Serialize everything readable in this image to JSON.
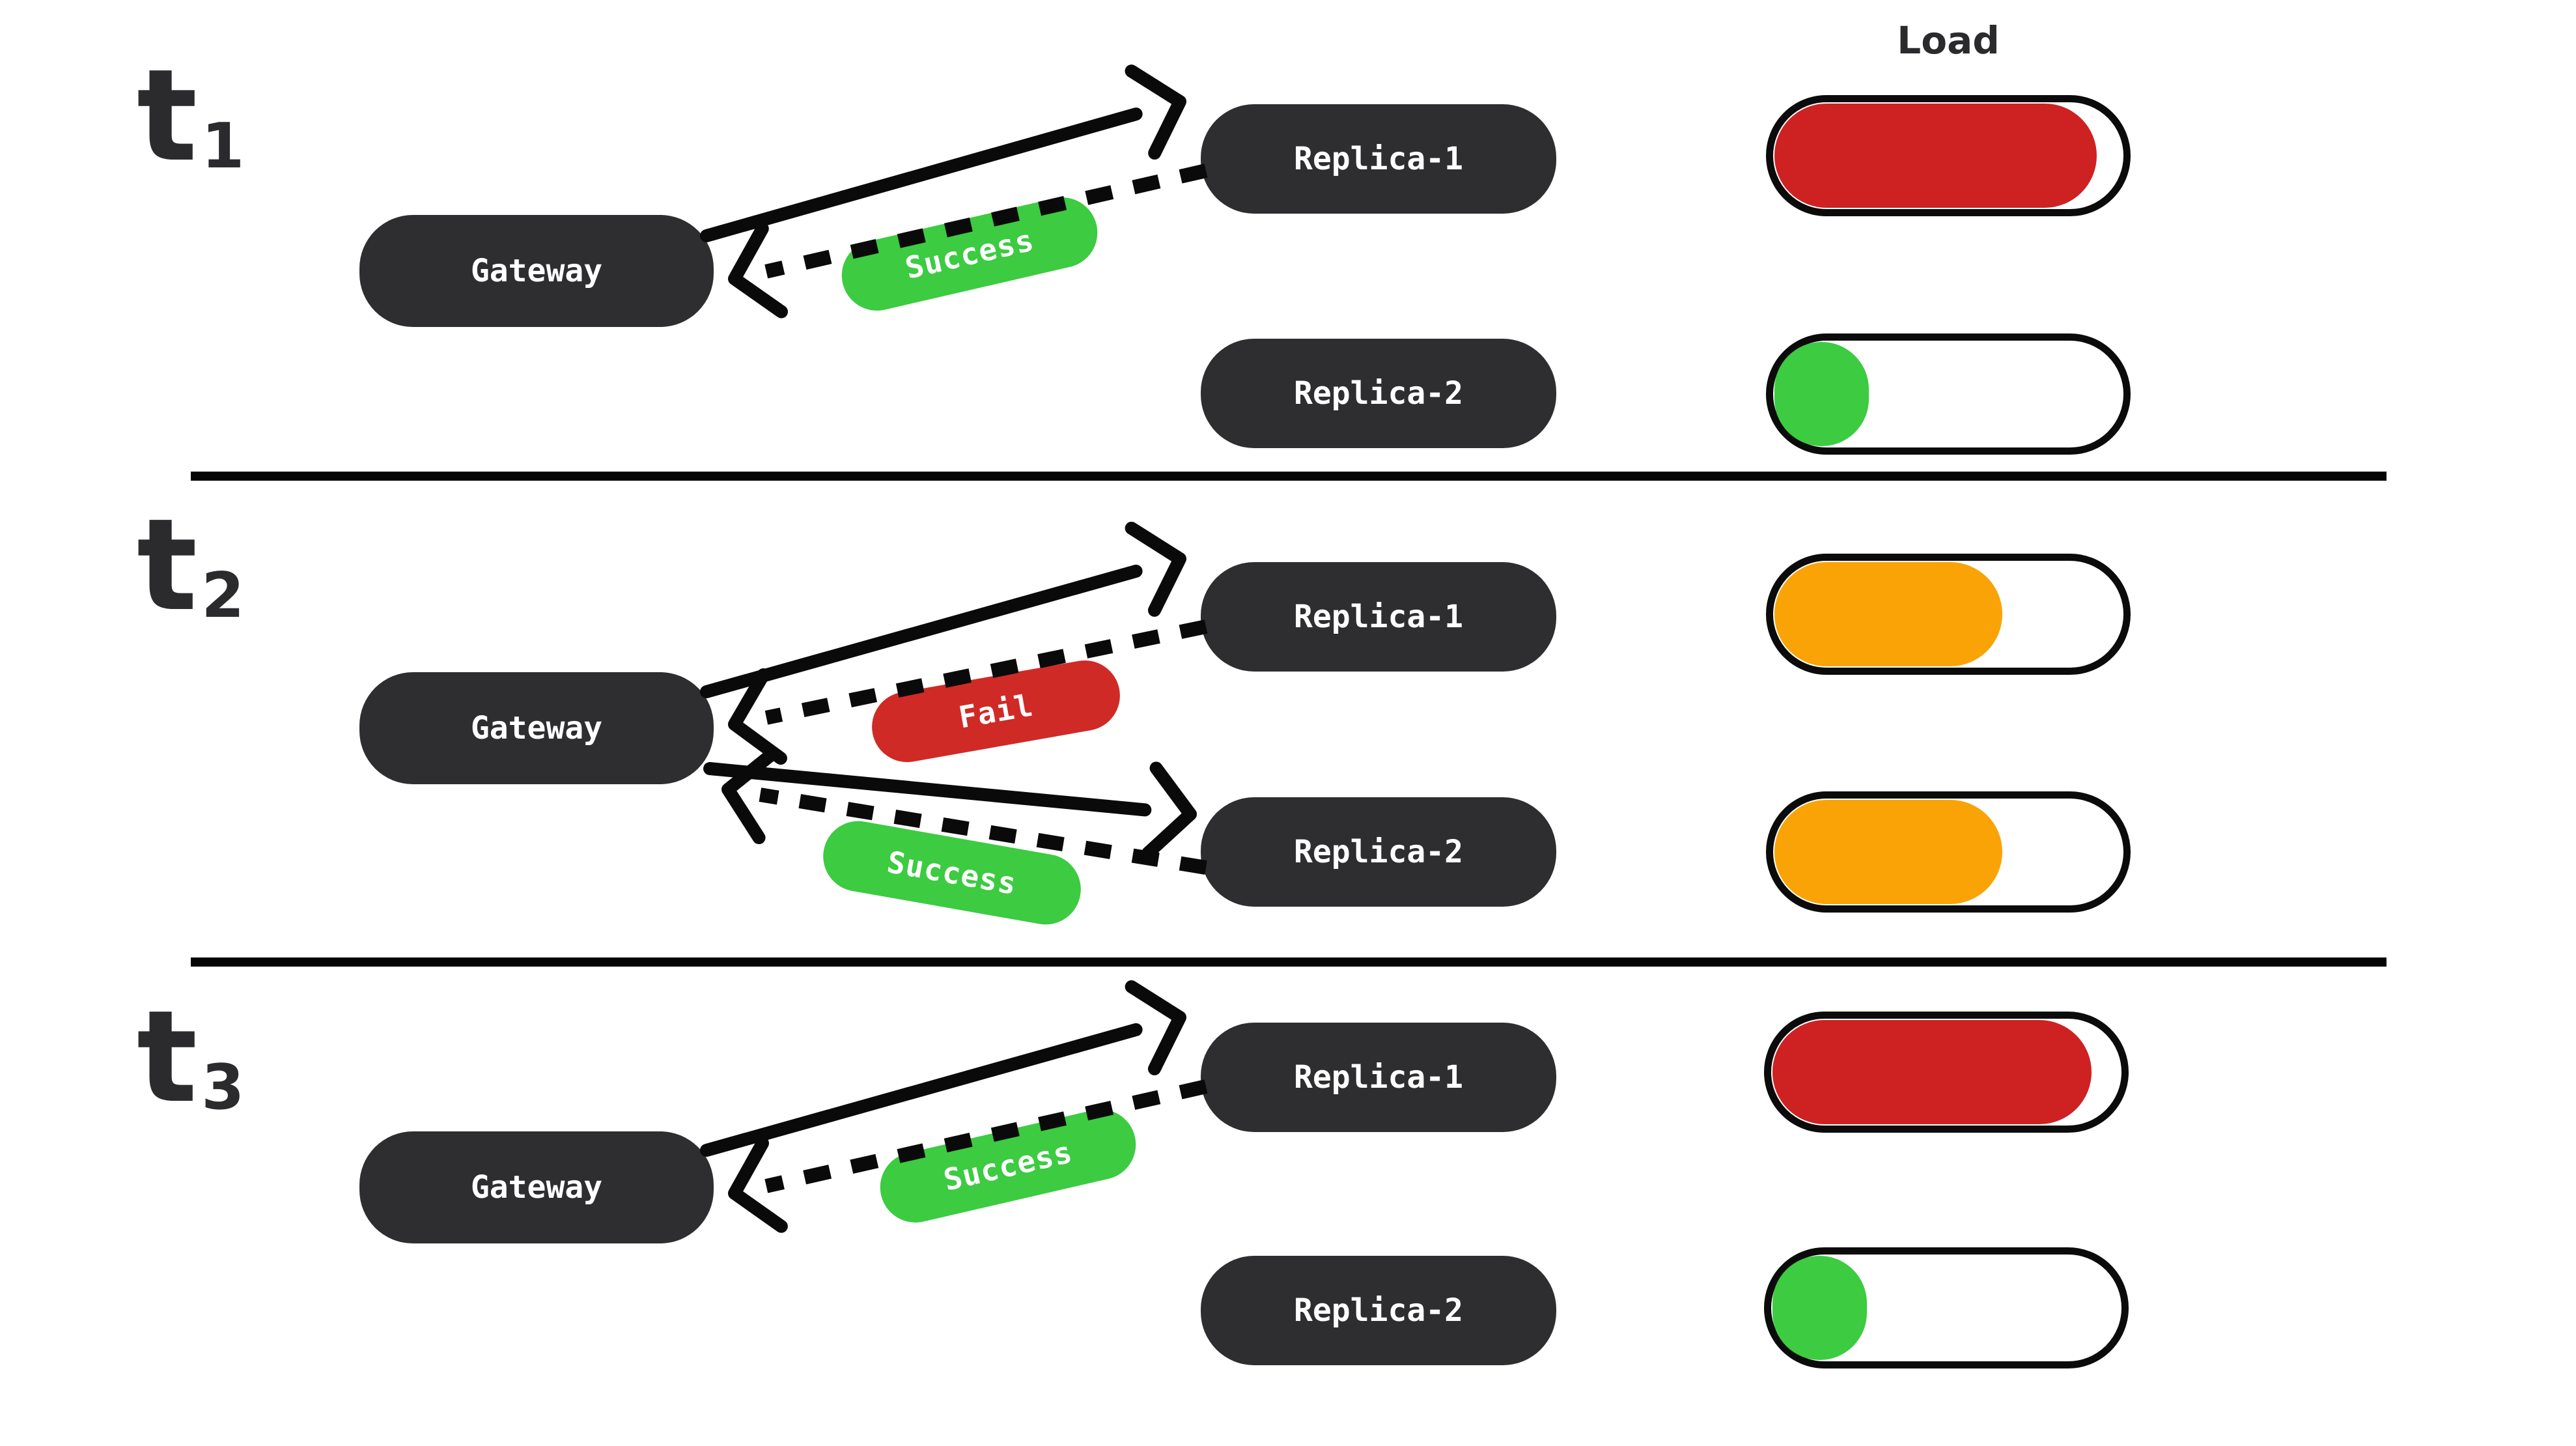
{
  "load_header": "Load",
  "colors": {
    "node_bg": "#2E2E30",
    "node_text": "#FFFFFF",
    "ink": "#0A0A0A",
    "time_label_color": "#2B2B2E",
    "success_green": "#3CCB41",
    "fail_red": "#D02A26",
    "load_red": "#CE2121",
    "load_orange": "#FAA306",
    "load_green": "#3CCB41"
  },
  "panels": [
    {
      "time_label": "t",
      "time_subscript": "1",
      "gateway": {
        "label": "Gateway"
      },
      "replicas": [
        {
          "label": "Replica-1",
          "load_pct": 92,
          "load_color": "#CE2121",
          "response": {
            "label": "Success",
            "color": "#3CCB41"
          }
        },
        {
          "label": "Replica-2",
          "load_pct": 27,
          "load_color": "#3CCB41",
          "response": null
        }
      ]
    },
    {
      "time_label": "t",
      "time_subscript": "2",
      "gateway": {
        "label": "Gateway"
      },
      "replicas": [
        {
          "label": "Replica-1",
          "load_pct": 65,
          "load_color": "#FAA306",
          "response": {
            "label": "Fail",
            "color": "#D02A26"
          }
        },
        {
          "label": "Replica-2",
          "load_pct": 65,
          "load_color": "#FAA306",
          "response": {
            "label": "Success",
            "color": "#3CCB41"
          }
        }
      ]
    },
    {
      "time_label": "t",
      "time_subscript": "3",
      "gateway": {
        "label": "Gateway"
      },
      "replicas": [
        {
          "label": "Replica-1",
          "load_pct": 91,
          "load_color": "#CE2121",
          "response": {
            "label": "Success",
            "color": "#3CCB41"
          }
        },
        {
          "label": "Replica-2",
          "load_pct": 27,
          "load_color": "#3CCB41",
          "response": null
        }
      ]
    }
  ]
}
